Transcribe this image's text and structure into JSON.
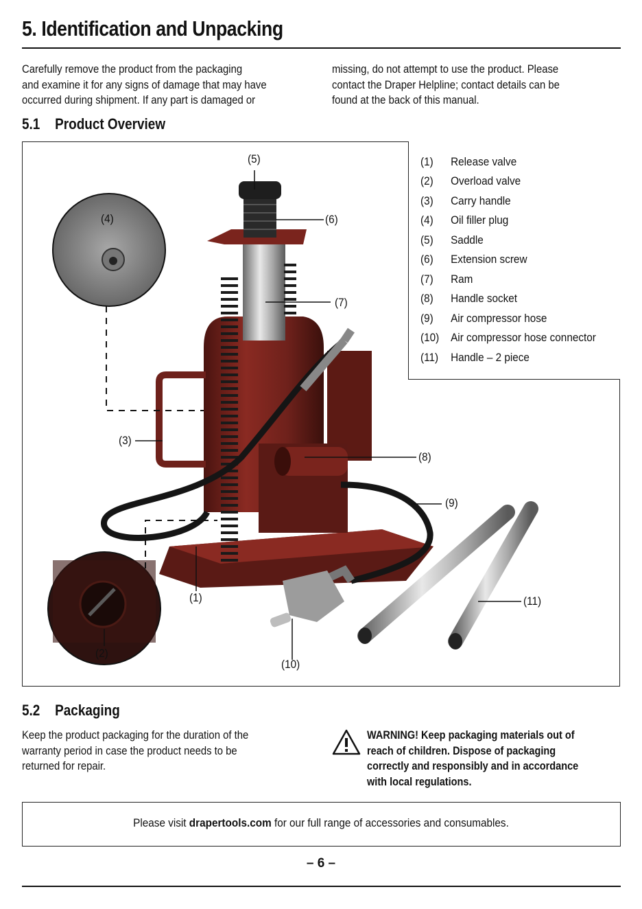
{
  "heading": "5. Identification and Unpacking",
  "intro": {
    "col1": [
      "Carefully remove the product from the packaging",
      "and examine it for any signs of damage that may have",
      "occurred during shipment. If any part is damaged or"
    ],
    "col2": [
      "missing, do not attempt to use the product. Please",
      "contact the Draper Helpline; contact details can be",
      "found at the back of this manual."
    ]
  },
  "overview": {
    "number": "5.1",
    "title": "Product Overview",
    "legend": [
      {
        "n": "(1)",
        "label": "Release valve"
      },
      {
        "n": "(2)",
        "label": "Overload valve"
      },
      {
        "n": "(3)",
        "label": "Carry handle"
      },
      {
        "n": "(4)",
        "label": "Oil filler plug"
      },
      {
        "n": "(5)",
        "label": "Saddle"
      },
      {
        "n": "(6)",
        "label": "Extension screw"
      },
      {
        "n": "(7)",
        "label": "Ram"
      },
      {
        "n": "(8)",
        "label": "Handle socket"
      },
      {
        "n": "(9)",
        "label": "Air compressor hose"
      },
      {
        "n": "(10)",
        "label": "Air compressor hose connector"
      },
      {
        "n": "(11)",
        "label": "Handle – 2 piece"
      }
    ],
    "callouts": {
      "c1": "(1)",
      "c2": "(2)",
      "c3": "(3)",
      "c4": "(4)",
      "c5": "(5)",
      "c6": "(6)",
      "c7": "(7)",
      "c8": "(8)",
      "c9": "(9)",
      "c10": "(10)",
      "c11": "(11)"
    }
  },
  "packaging": {
    "number": "5.2",
    "title": "Packaging",
    "text": [
      "Keep the product packaging for the duration of the",
      "warranty period in case the product needs to be",
      "returned for repair."
    ],
    "warning": [
      "WARNING! Keep packaging materials out of",
      "reach of children. Dispose of packaging",
      "correctly and responsibly and in accordance",
      "with local regulations."
    ],
    "warning_icon": "warning-triangle-icon"
  },
  "footer": {
    "visit_before": "Please visit ",
    "visit_link": "drapertools.com",
    "visit_after": " for our full range of accessories and consumables.",
    "page": "– 6 –"
  },
  "colors": {
    "jack_red": "#8a2a22",
    "text": "#111111"
  }
}
